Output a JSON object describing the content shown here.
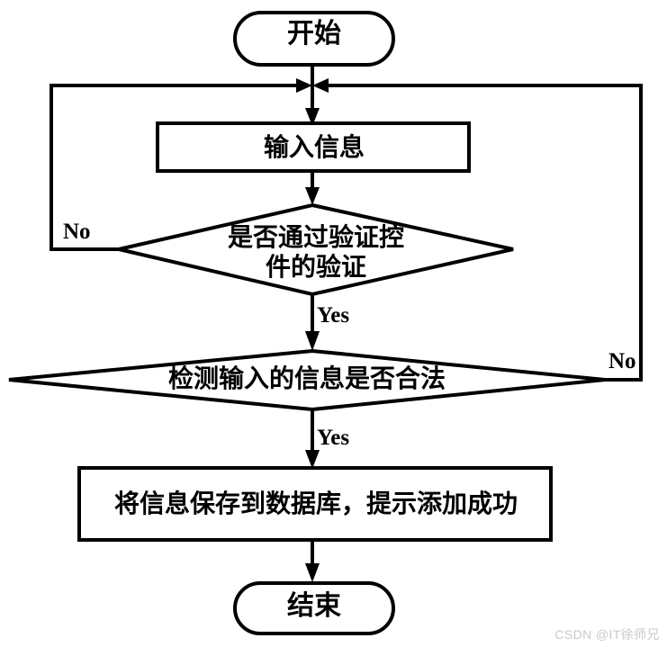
{
  "diagram": {
    "type": "flowchart",
    "title": "",
    "nodes": {
      "start": {
        "label": "开始",
        "shape": "terminator"
      },
      "input": {
        "label": "输入信息",
        "shape": "process"
      },
      "decision_validate": {
        "label": "是否通过验证控\n件的验证",
        "shape": "decision"
      },
      "decision_legal": {
        "label": "检测输入的信息是否合法",
        "shape": "decision"
      },
      "save": {
        "label": "将信息保存到数据库，提示添加成功",
        "shape": "process"
      },
      "end": {
        "label": "结束",
        "shape": "terminator"
      }
    },
    "edge_labels": {
      "validate_no": "No",
      "validate_yes": "Yes",
      "legal_no": "No",
      "legal_yes": "Yes"
    },
    "colors": {
      "stroke": "#000000",
      "fill": "#ffffff",
      "watermark": "#c9c9c9"
    }
  },
  "watermark": {
    "text": "CSDN @IT徐师兄"
  }
}
